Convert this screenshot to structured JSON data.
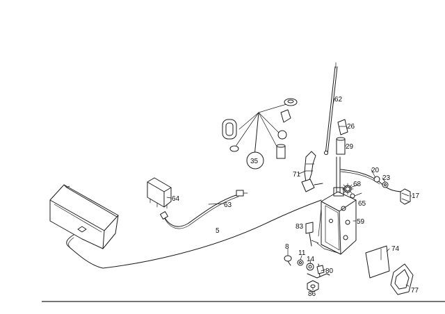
{
  "parts": {
    "p5": "5",
    "p8": "8",
    "p11": "11",
    "p14": "14",
    "p17": "17",
    "p20": "20",
    "p23": "23",
    "p26": "26",
    "p29": "29",
    "p35": "35",
    "p59": "59",
    "p62": "62",
    "p63": "63",
    "p64": "64",
    "p65": "65",
    "p68": "68",
    "p71": "71",
    "p74": "74",
    "p77": "77",
    "p80": "80",
    "p83": "83",
    "p86": "86"
  }
}
